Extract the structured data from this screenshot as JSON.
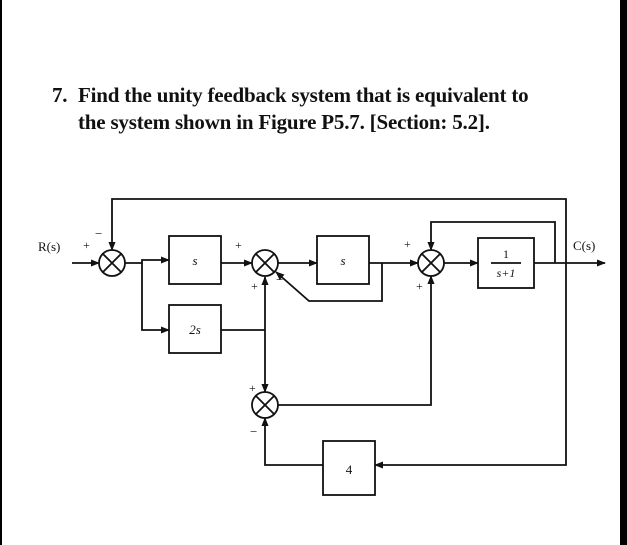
{
  "problem": {
    "number": "7.",
    "line1": "Find the unity feedback system that is equivalent to",
    "line2": "the system shown in Figure P5.7. [Section: 5.2]."
  },
  "diagram": {
    "input_label": "R(s)",
    "output_label": "C(s)",
    "blocks": {
      "s1": "s",
      "s2": "s",
      "two_s": "2s",
      "tf_num": "1",
      "tf_den": "s+1",
      "four": "4"
    },
    "signs": {
      "j1_left": "+",
      "j1_top": "−",
      "j2_left": "+",
      "j2_bottom": "+",
      "j2_right": "−",
      "j3_top": "+",
      "j3_bottom": "+",
      "j4_top": "+",
      "j4_bottom": "−"
    }
  }
}
